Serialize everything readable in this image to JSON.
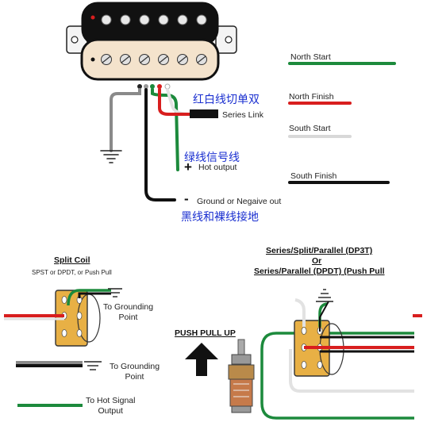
{
  "legend": {
    "north_start": "North Start",
    "north_finish": "North Finish",
    "south_start": "South Start",
    "south_finish": "South Finish",
    "colors": {
      "north_start": "#1c8a3c",
      "north_finish": "#d81e1e",
      "south_start": "#d8d8d8",
      "south_finish": "#111111"
    }
  },
  "wiring": {
    "series_link": "Series Link",
    "hot_output": "Hot output",
    "ground": "Ground or Negaive out",
    "plus_sign": "+",
    "minus_sign": "-",
    "note_red_white": "红白线切单双",
    "note_green": "绿线信号线",
    "note_black": "黑线和裸线接地"
  },
  "split_coil": {
    "title": "Split Coil",
    "subtitle": "SPST or DPDT, or Push Pull",
    "to_ground_1": "To Grounding\nPoint",
    "to_ground_2": "To Grounding\nPoint",
    "to_hot": "To Hot Signal\nOutput"
  },
  "push_pull": {
    "label": "PUSH PULL UP"
  },
  "series_parallel": {
    "title_1": "Series/Split/Parallel (DP3T)",
    "title_or": "Or",
    "title_2": "Series/Parallel (DPDT) (Push Pull"
  }
}
